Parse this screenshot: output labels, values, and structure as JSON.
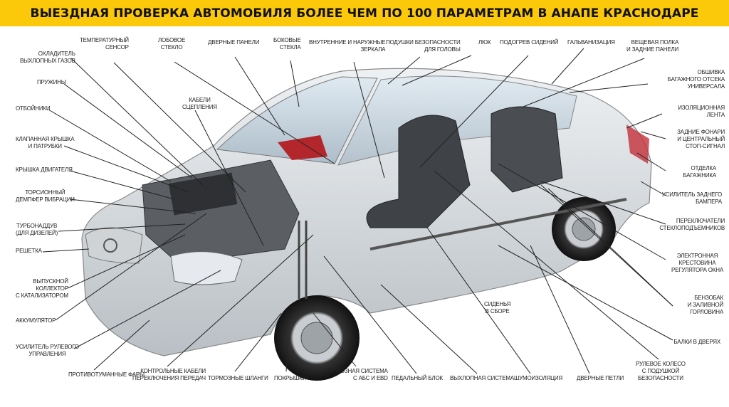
{
  "title": "ВЫЕЗДНАЯ ПРОВЕРКА АВТОМОБИЛЯ БОЛЕЕ ЧЕМ ПО 100 ПАРАМЕТРАМ В АНАПЕ КРАСНОДАРЕ",
  "colors": {
    "header": "#fcc80a",
    "text": "#222222"
  },
  "labels": {
    "top": [
      "ТЕМПЕРАТУРНЫЙ\nСЕНСОР",
      "ЛОБОВОЕ\nСТЕКЛО",
      "ДВЕРНЫЕ ПАНЕЛИ",
      "БОКОВЫЕ\nСТЕКЛА",
      "ВНУТРЕННИЕ И НАРУЖНЫЕ\nЗЕРКАЛА",
      "ПОДУШКИ БЕЗОПАСНОСТИ\nДЛЯ ГОЛОВЫ",
      "ЛЮК",
      "ПОДОГРЕВ СИДЕНИЙ",
      "ГАЛЬВАНИЗАЦИЯ",
      "ВЕЩЕВАЯ ПОЛКА\nИ ЗАДНИЕ ПАНЕЛИ"
    ],
    "right": [
      "ОБШИВКА\nБАГАЖНОГО ОТСЕКА\nУНИВЕРСАЛА",
      "ИЗОЛЯЦИОННАЯ\nЛЕНТА",
      "ЗАДНИЕ ФОНАРИ\nИ ЦЕНТРАЛЬНЫЙ\nСТОП-СИГНАЛ",
      "ОТДЕЛКА\nБАГАЖНИКА",
      "УСИЛИТЕЛЬ ЗАДНЕГО\nБАМПЕРА",
      "ПЕРЕКЛЮЧАТЕЛИ\nСТЕКЛОПОДЪЕМНИКОВ",
      "ЭЛЕКТРОННАЯ\nКРЕСТОВИНА\nРЕГУЛЯТОРА ОКНА",
      "БЕНЗОБАК\nИ ЗАЛИВНОЙ\nГОРЛОВИНА",
      "БАЛКИ В ДВЕРЯХ",
      "РУЛЕВОЕ КОЛЕСО\nС ПОДУШКОЙ\nБЕЗОПАСНОСТИ"
    ],
    "bottom": [
      "ДВЕРНЫЕ ПЕТЛИ",
      "ШУМОИЗОЛЯЦИЯ",
      "ВЫХЛОПНАЯ СИСТЕМА",
      "ПЕДАЛЬНЫЙ БЛОК",
      "ТОРМОЗНАЯ СИСТЕМА\nС АБС И EBD",
      "ПОКРЫШКИ",
      "ТОРМОЗНЫЕ ШЛАНГИ",
      "КОНТРОЛЬНЫЕ КАБЕЛИ\nПЕРЕКЛЮЧЕНИЯ ПЕРЕДАЧ",
      "ПРОТИВОТУМАННЫЕ ФАРЫ"
    ],
    "left": [
      "ОХЛАДИТЕЛЬ\nВЫХЛОПНЫХ ГАЗОВ",
      "ПРУЖИНЫ",
      "ОТБОЙНИКИ",
      "КЛАПАННАЯ КРЫШКА\nИ ПАТРУБКИ",
      "КРЫШКА ДВИГАТЕЛЯ",
      "ТОРСИОННЫЙ\nДЕМПФЕР ВИБРАЦИИ",
      "ТУРБОНАДДУВ\n(ДЛЯ ДИЗЕЛЕЙ)",
      "РЕШЕТКА",
      "ВЫПУСКНОЙ\nКОЛЛЕКТОР\nС КАТАЛИЗАТОРОМ",
      "АККУМУЛЯТОР",
      "УСИЛИТЕЛЬ РУЛЕВОГО\nУПРАВЛЕНИЯ"
    ],
    "inner": [
      "КАБЕЛИ\nСЦЕПЛЕНИЯ",
      "СИДЕНЬЯ\nВ СБОРЕ"
    ]
  }
}
